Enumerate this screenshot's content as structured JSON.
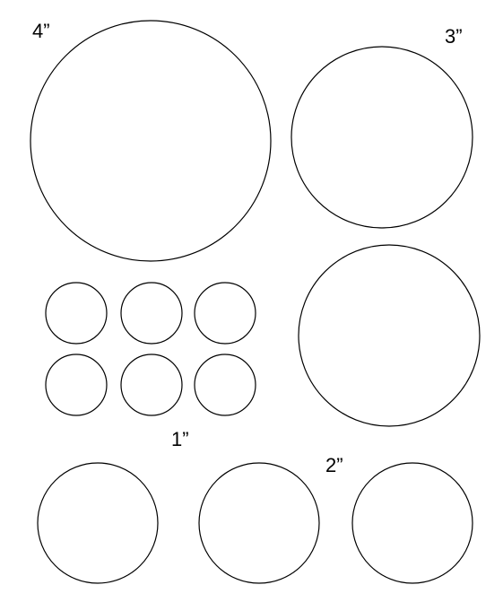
{
  "labels": {
    "four_inch": "4”",
    "three_inch": "3”",
    "one_inch": "1”",
    "two_inch": "2”"
  },
  "groups": {
    "four_inch": {
      "count": 1
    },
    "three_inch": {
      "count": 2
    },
    "one_inch": {
      "count": 6
    },
    "two_inch": {
      "count": 3
    }
  },
  "colors": {
    "stroke": "#000000",
    "background": "#ffffff"
  }
}
